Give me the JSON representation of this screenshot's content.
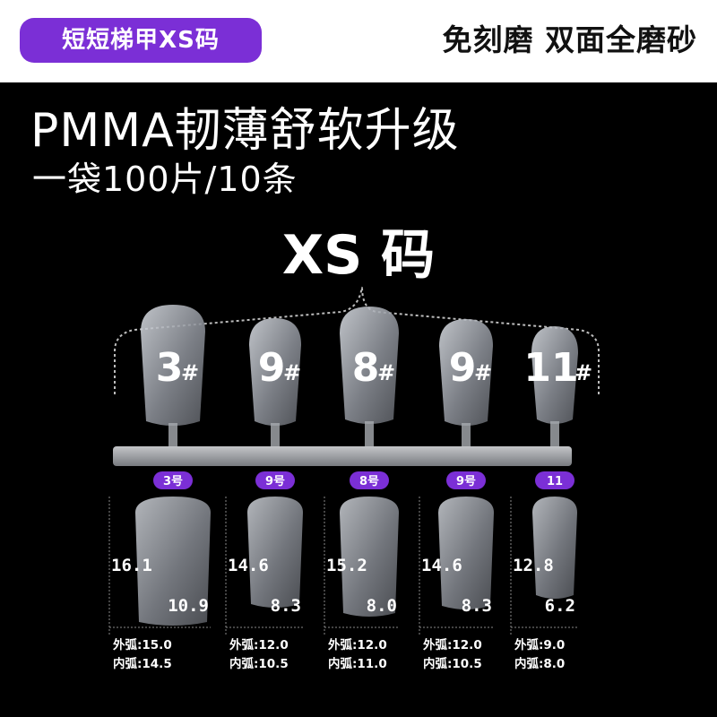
{
  "header": {
    "badge_label": "短短梯甲XS码",
    "features_label": "免刻磨  双面全磨砂"
  },
  "headline": "PMMA韧薄舒软升级",
  "subline": "一袋100片/10条",
  "size_title": "XS 码",
  "colors": {
    "accent": "#7b2fd6",
    "background": "#000000",
    "topbar": "#ffffff"
  },
  "nails": [
    {
      "number": "3",
      "pill": "3号",
      "length": "16.1",
      "width": "10.9",
      "outer_label": "外弧",
      "outer": "15.0",
      "inner_label": "内弧",
      "inner": "14.5"
    },
    {
      "number": "9",
      "pill": "9号",
      "length": "14.6",
      "width": "8.3",
      "outer_label": "外弧",
      "outer": "12.0",
      "inner_label": "内弧",
      "inner": "10.5"
    },
    {
      "number": "8",
      "pill": "8号",
      "length": "15.2",
      "width": "8.0",
      "outer_label": "外弧",
      "outer": "12.0",
      "inner_label": "内弧",
      "inner": "11.0"
    },
    {
      "number": "9",
      "pill": "9号",
      "length": "14.6",
      "width": "8.3",
      "outer_label": "外弧",
      "outer": "12.0",
      "inner_label": "内弧",
      "inner": "10.5"
    },
    {
      "number": "11",
      "pill": "11",
      "length": "12.8",
      "width": "6.2",
      "outer_label": "外弧",
      "outer": "9.0",
      "inner_label": "内弧",
      "inner": "8.0"
    }
  ],
  "hash_symbol": "#"
}
